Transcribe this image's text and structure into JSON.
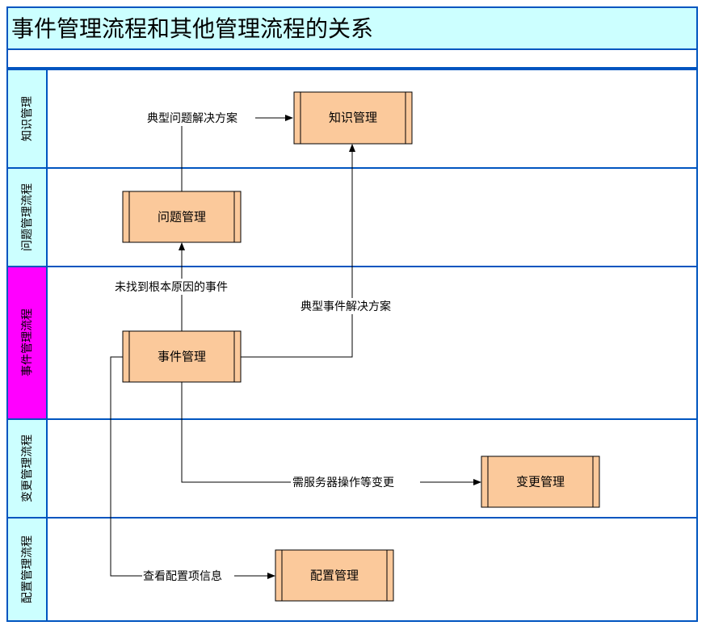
{
  "title": "事件管理流程和其他管理流程的关系",
  "colors": {
    "title_bg": "#ccffff",
    "border": "#0055c0",
    "lane_label_bg": "#ccffff",
    "lane_label_highlight": "#ff00ff",
    "box_fill": "#fbc99b",
    "line": "#000000"
  },
  "lanes": [
    {
      "id": "knowledge",
      "label": "知识管理",
      "highlight": false
    },
    {
      "id": "problem",
      "label": "问题管理流程",
      "highlight": false
    },
    {
      "id": "incident",
      "label": "事件管理流程",
      "highlight": true
    },
    {
      "id": "change",
      "label": "变更管理流程",
      "highlight": false
    },
    {
      "id": "config",
      "label": "配置管理流程",
      "highlight": false
    }
  ],
  "boxes": [
    {
      "id": "knowledge_mgmt",
      "label": "知识管理"
    },
    {
      "id": "problem_mgmt",
      "label": "问题管理"
    },
    {
      "id": "incident_mgmt",
      "label": "事件管理"
    },
    {
      "id": "change_mgmt",
      "label": "变更管理"
    },
    {
      "id": "config_mgmt",
      "label": "配置管理"
    }
  ],
  "edges": [
    {
      "id": "incident_to_problem",
      "label": "未找到根本原因的事件"
    },
    {
      "id": "problem_to_knowledge",
      "label": "典型问题解决方案"
    },
    {
      "id": "incident_to_knowledge",
      "label": "典型事件解决方案"
    },
    {
      "id": "incident_to_change",
      "label": "需服务器操作等变更"
    },
    {
      "id": "incident_to_config",
      "label": "查看配置项信息"
    }
  ]
}
